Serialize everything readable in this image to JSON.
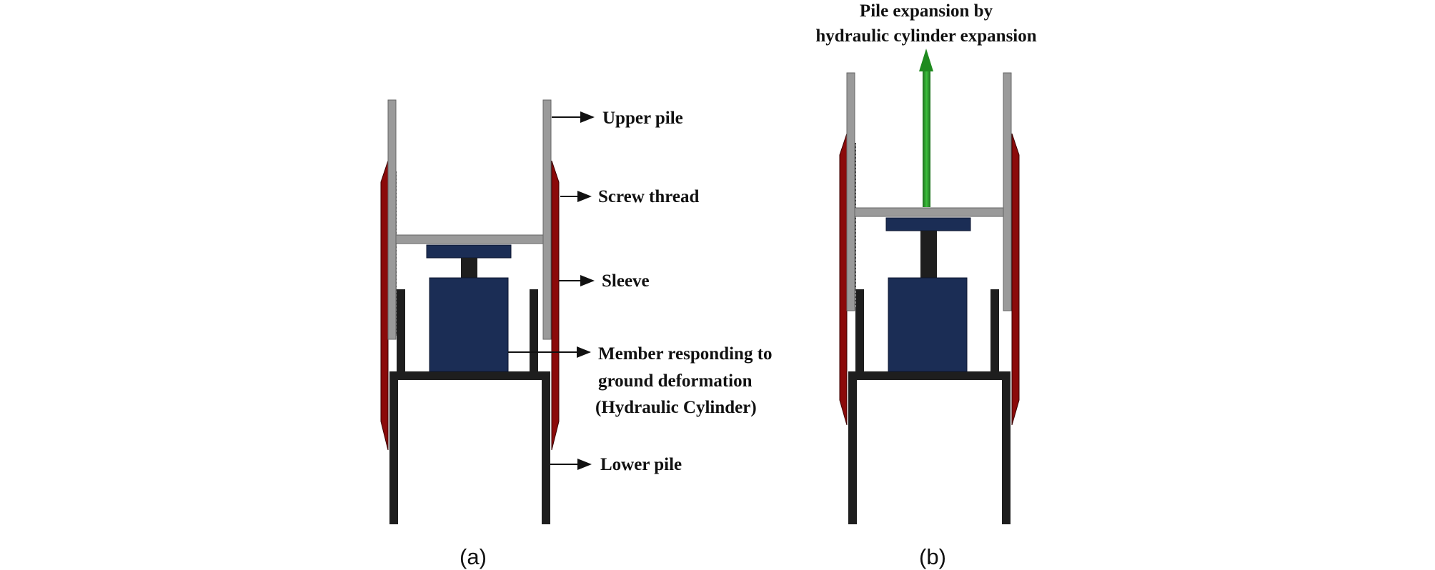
{
  "panels": {
    "a": {
      "caption": "(a)",
      "labels": {
        "upper_pile": "Upper pile",
        "screw_thread": "Screw thread",
        "sleeve": "Sleeve",
        "member_line1": "Member responding to",
        "member_line2": "ground deformation",
        "member_line3": "(Hydraulic Cylinder)",
        "lower_pile": "Lower pile"
      }
    },
    "b": {
      "caption": "(b)",
      "expansion_line1": "Pile expansion by",
      "expansion_line2": "hydraulic cylinder expansion"
    }
  },
  "colors": {
    "upper_pile": "#9a9a9a",
    "lower_pile": "#1e1e1e",
    "sleeve": "#8b0a0a",
    "cylinder": "#1b2d55",
    "thread": "#3a3a3a",
    "arrow": "#1e8a1e"
  }
}
